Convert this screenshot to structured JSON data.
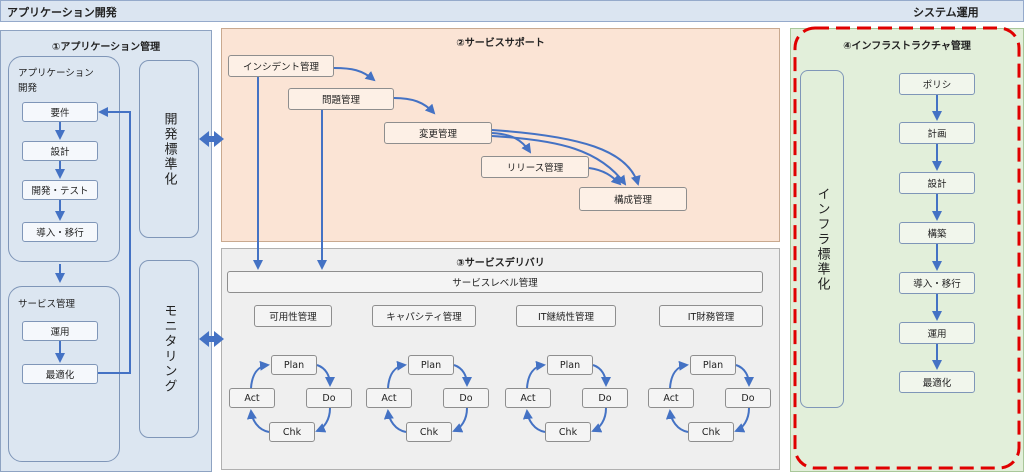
{
  "header": {
    "left_title": "アプリケーション開発",
    "right_title": "システム運用"
  },
  "app_mgmt": {
    "title": "①アプリケーション管理",
    "dev_group_label": "アプリケーション\n開発",
    "dev_steps": [
      "要件",
      "設計",
      "開発・テスト",
      "導入・移行"
    ],
    "svc_group_label": "サービス管理",
    "svc_steps": [
      "運用",
      "最適化"
    ],
    "side_boxes": [
      "開発標準化",
      "モニタリング"
    ]
  },
  "service_support": {
    "title": "②サービスサポート",
    "items": [
      "インシデント管理",
      "問題管理",
      "変更管理",
      "リリース管理",
      "構成管理"
    ]
  },
  "service_delivery": {
    "title": "③サービスデリバリ",
    "slm": "サービスレベル管理",
    "areas": [
      "可用性管理",
      "キャパシティ管理",
      "IT継続性管理",
      "IT財務管理"
    ],
    "pdca": {
      "plan": "Plan",
      "do": "Do",
      "check": "Chk",
      "act": "Act"
    }
  },
  "infra": {
    "title": "④インフラストラクチャ管理",
    "side": "インフラ標準化",
    "steps": [
      "ポリシ",
      "計画",
      "設計",
      "構築",
      "導入・移行",
      "運用",
      "最適化"
    ]
  },
  "colors": {
    "arrow": "#4472c4",
    "highlight": "#e00000"
  }
}
